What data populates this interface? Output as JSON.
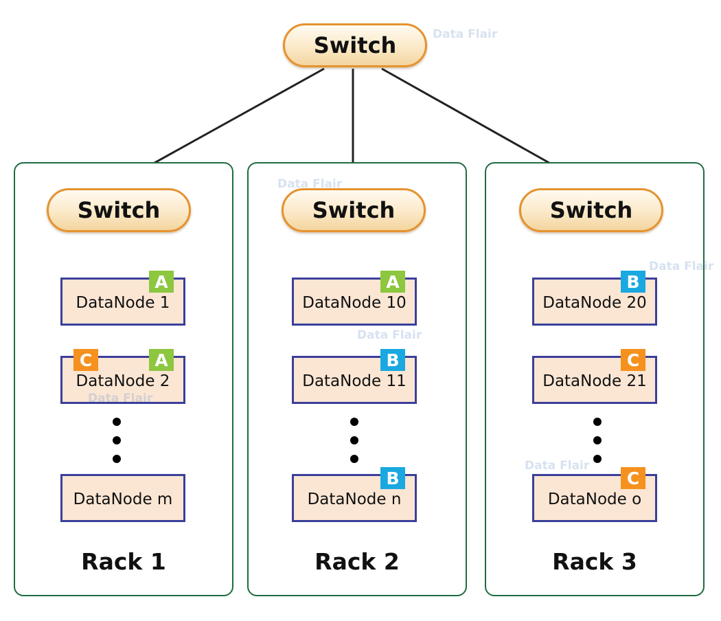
{
  "diagram": {
    "core_switch": {
      "label": "Switch"
    },
    "watermark": "Data Flair",
    "racks": [
      {
        "label": "Rack 1",
        "switch_label": "Switch",
        "nodes": [
          {
            "label": "DataNode 1",
            "badges": [
              "A"
            ]
          },
          {
            "label": "DataNode 2",
            "badges": [
              "C",
              "A"
            ]
          },
          {
            "label": "DataNode m",
            "badges": []
          }
        ]
      },
      {
        "label": "Rack 2",
        "switch_label": "Switch",
        "nodes": [
          {
            "label": "DataNode 10",
            "badges": [
              "A"
            ]
          },
          {
            "label": "DataNode 11",
            "badges": [
              "B"
            ]
          },
          {
            "label": "DataNode n",
            "badges": [
              "B"
            ]
          }
        ]
      },
      {
        "label": "Rack 3",
        "switch_label": "Switch",
        "nodes": [
          {
            "label": "DataNode 20",
            "badges": [
              "B"
            ]
          },
          {
            "label": "DataNode 21",
            "badges": [
              "C"
            ]
          },
          {
            "label": "DataNode o",
            "badges": [
              "C"
            ]
          }
        ]
      }
    ],
    "colors": {
      "A": "#8dc63f",
      "B": "#1aa8e0",
      "C": "#f5911e",
      "switch_border": "#e5922e",
      "rack_border": "#1f6b40",
      "node_border": "#3a3f9a"
    }
  }
}
